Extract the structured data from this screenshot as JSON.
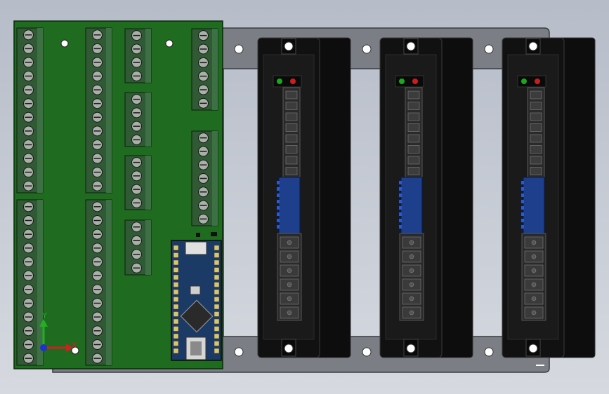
{
  "scene": {
    "background_top": "#b6bcc8",
    "background_bottom": "#d6d9df",
    "pcb_color": "#1f6b1f",
    "terminal_color": "#2f5a34",
    "plate_color": "#7c7e86",
    "driver_color": "#111111",
    "led_green": "#1fa51f",
    "led_red": "#c81e1e",
    "nano_color": "#1c3a66",
    "dip_color": "#1d3f8c"
  },
  "drivers": [
    {
      "id": "driver-1"
    },
    {
      "id": "driver-2"
    },
    {
      "id": "driver-3"
    }
  ],
  "axes": {
    "y_label": "Y",
    "x_label": "X",
    "y_color": "#20b020",
    "x_color": "#d02020",
    "z_color": "#2030d0"
  }
}
